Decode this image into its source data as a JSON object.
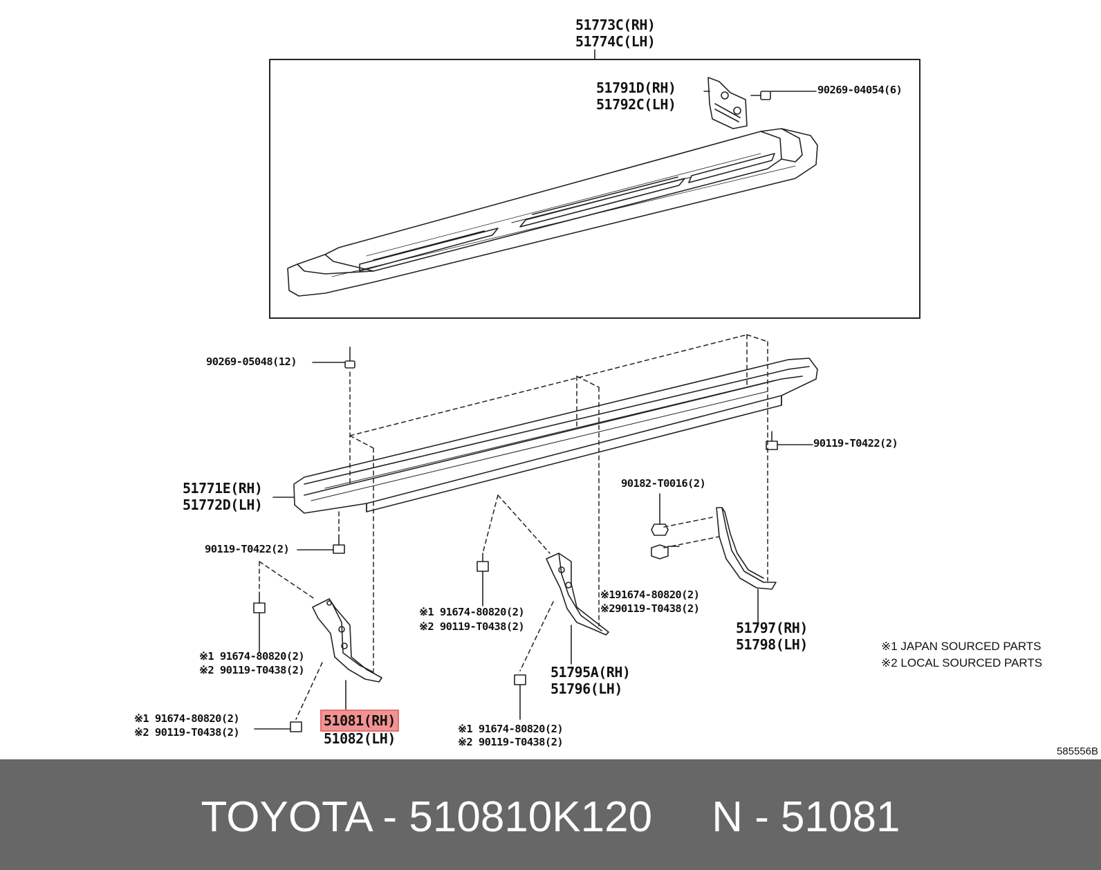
{
  "diagram": {
    "labels": {
      "board_rh": "51773C(RH)",
      "board_lh": "51774C(LH)",
      "bracket_top_rh": "51791D(RH)",
      "bracket_top_lh": "51792C(LH)",
      "screw_top": "90269-04054(6)",
      "screw_left": "90269-05048(12)",
      "bolt_right_top": "90119-T0422(2)",
      "rail_rh": "51771E(RH)",
      "rail_lh": "51772D(LH)",
      "nut_right": "90182-T0016(2)",
      "bolt_left_mid": "90119-T0422(2)",
      "mid_right_1": "※191674-80820(2)",
      "mid_right_2": "※290119-T0438(2)",
      "center_1": "※1 91674-80820(2)",
      "center_2": "※2 90119-T0438(2)",
      "left_1": "※1 91674-80820(2)",
      "left_2": "※2 90119-T0438(2)",
      "bl_1": "※1 91674-80820(2)",
      "bl_2": "※2 90119-T0438(2)",
      "bc_1": "※1 91674-80820(2)",
      "bc_2": "※2 90119-T0438(2)",
      "rear_rh": "51797(RH)",
      "rear_lh": "51798(LH)",
      "mid_bracket_rh": "51795A(RH)",
      "mid_bracket_lh": "51796(LH)",
      "front_rh": "51081(RH)",
      "front_lh": "51082(LH)"
    },
    "legend": {
      "line1": "※1 JAPAN SOURCED PARTS",
      "line2": "※2 LOCAL SOURCED PARTS"
    },
    "drawing_code": "585556B",
    "highlight_color": "#f29393"
  },
  "footer": {
    "text": "TOYOTA - 510810K120     N - 51081"
  }
}
